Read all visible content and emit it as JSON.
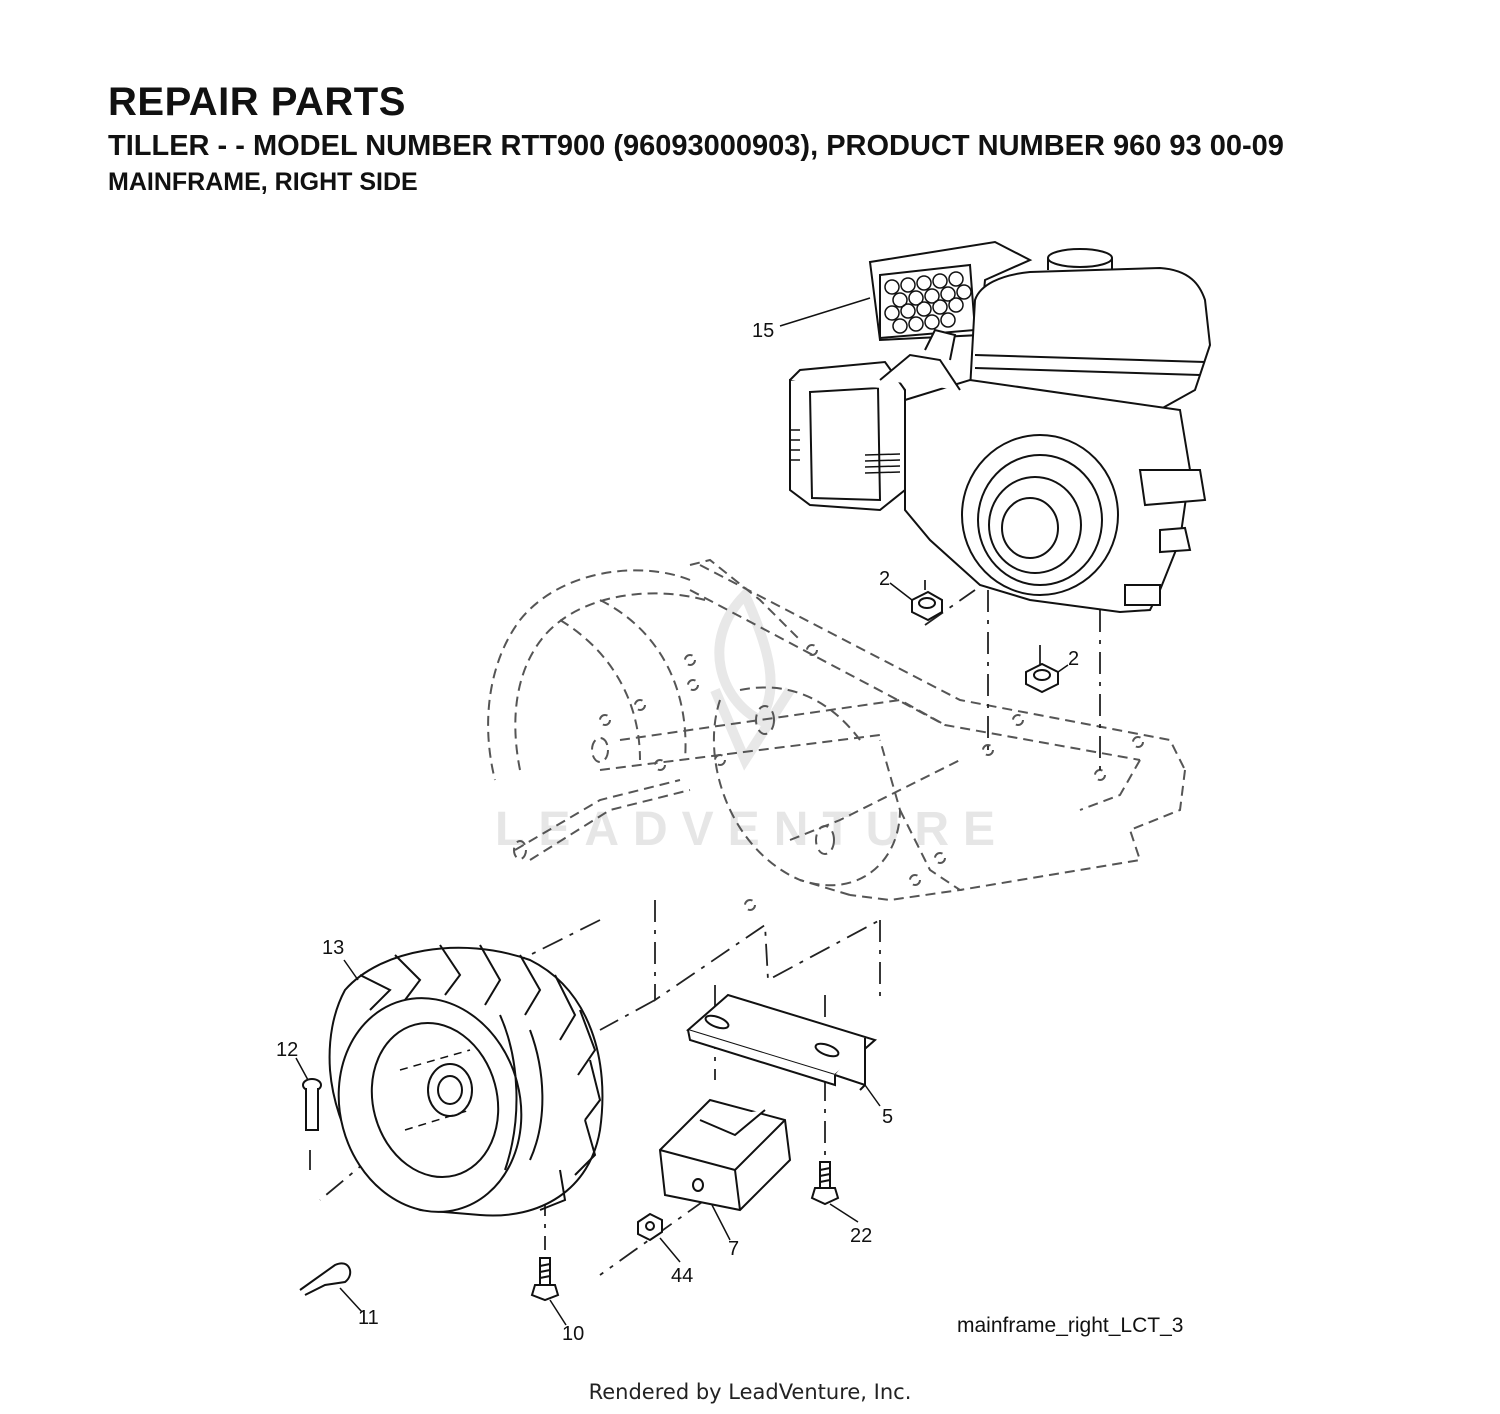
{
  "header": {
    "title": "REPAIR PARTS",
    "subtitle": "TILLER - - MODEL NUMBER RTT900 (96093000903), PRODUCT NUMBER 960 93 00-09",
    "section": "MAINFRAME, RIGHT SIDE"
  },
  "callouts": {
    "c15": "15",
    "c2a": "2",
    "c2b": "2",
    "c13": "13",
    "c12": "12",
    "c5": "5",
    "c22": "22",
    "c7": "7",
    "c44": "44",
    "c11": "11",
    "c10": "10"
  },
  "figure_id": "mainframe_right_LCT_3",
  "watermark": "LEADVENTURE",
  "footer": "Rendered by LeadVenture, Inc."
}
